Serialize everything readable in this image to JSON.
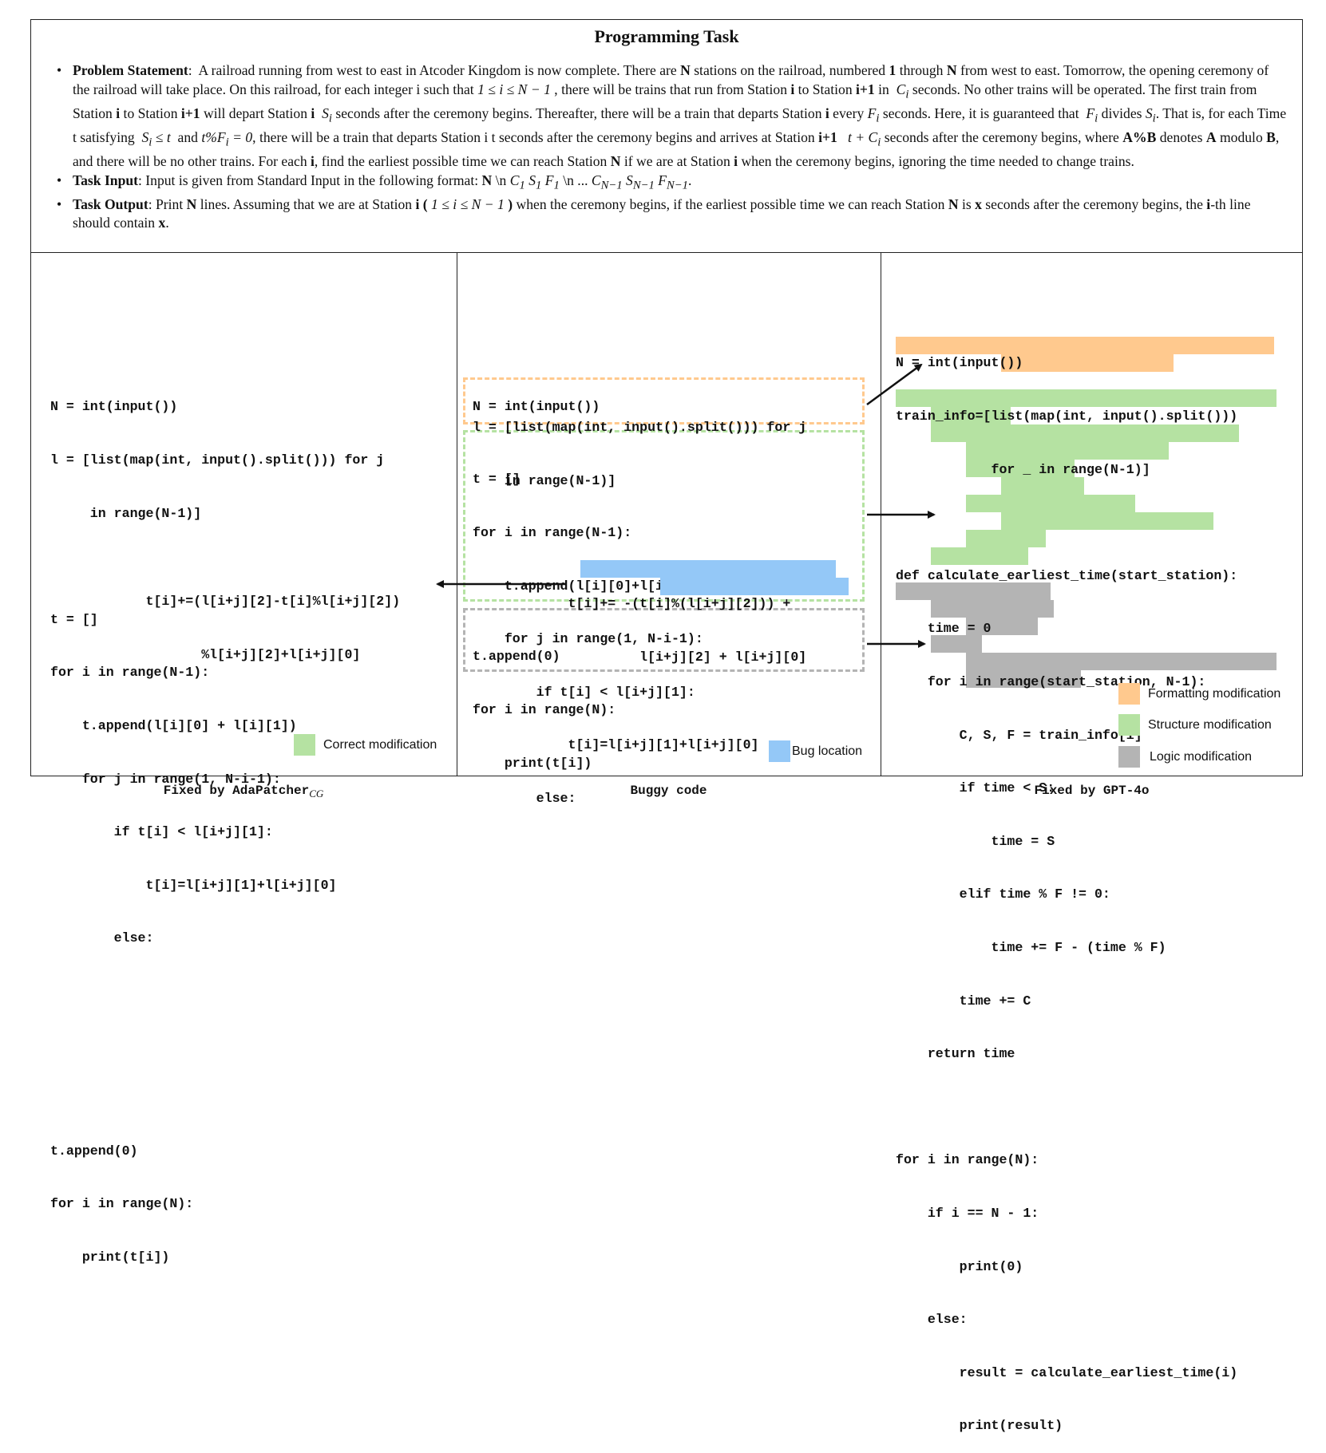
{
  "task": {
    "title": "Programming Task",
    "problem_label": "Problem Statement",
    "input_label": "Task Input",
    "output_label": "Task Output"
  },
  "buggy": {
    "lines": [
      "N = int(input())",
      "l = [list(map(int, input().split())) for j",
      "    in range(N-1)]",
      "t = []",
      "for i in range(N-1):",
      "    t.append(l[i][0]+l[i][1])",
      "    for j in range(1, N-i-1):",
      "        if t[i] < l[i+j][1]:",
      "            t[i]=l[i+j][1]+l[i+j][0]",
      "        else:",
      "            t[i]+= -(t[i]%(l[i+j][2])) +",
      "                     l[i+j][2] + l[i+j][0]",
      "t.append(0)",
      "for i in range(N):",
      "    print(t[i])"
    ]
  },
  "adapatcher": {
    "lines": [
      "N = int(input())",
      "l = [list(map(int, input().split())) for j",
      "     in range(N-1)]",
      "",
      "t = []",
      "for i in range(N-1):",
      "    t.append(l[i][0] + l[i][1])",
      "    for j in range(1, N-i-1):",
      "        if t[i] < l[i+j][1]:",
      "            t[i]=l[i+j][1]+l[i+j][0]",
      "        else:",
      "            t[i]+=(l[i+j][2]-t[i]%l[i+j][2])",
      "                   %l[i+j][2]+l[i+j][0]",
      "",
      "t.append(0)",
      "for i in range(N):",
      "    print(t[i])"
    ]
  },
  "gpt4o": {
    "lines": [
      "N = int(input())",
      "train_info=[list(map(int, input().split()))",
      "            for _ in range(N-1)]",
      "",
      "def calculate_earliest_time(start_station):",
      "    time = 0",
      "    for i in range(start_station, N-1):",
      "        C, S, F = train_info[i]",
      "        if time < S:",
      "            time = S",
      "        elif time % F != 0:",
      "            time += F - (time % F)",
      "        time += C",
      "    return time",
      "",
      "for i in range(N):",
      "    if i == N - 1:",
      "        print(0)",
      "    else:",
      "        result = calculate_earliest_time(i)",
      "        print(result)"
    ]
  },
  "legend": {
    "correct": "Correct modification",
    "bug": "Bug location",
    "formatting": "Formatting modification",
    "structure": "Structure modification",
    "logic": "Logic modification"
  },
  "captions": {
    "left_prefix": "Fixed by AdaPatcher",
    "left_sub": "CG",
    "middle": "Buggy code",
    "right": "Fixed by GPT-4o"
  },
  "colors": {
    "green": "#b5e2a2",
    "blue": "#94c8f7",
    "orange": "#ffc98e",
    "gray": "#b4b4b4"
  }
}
